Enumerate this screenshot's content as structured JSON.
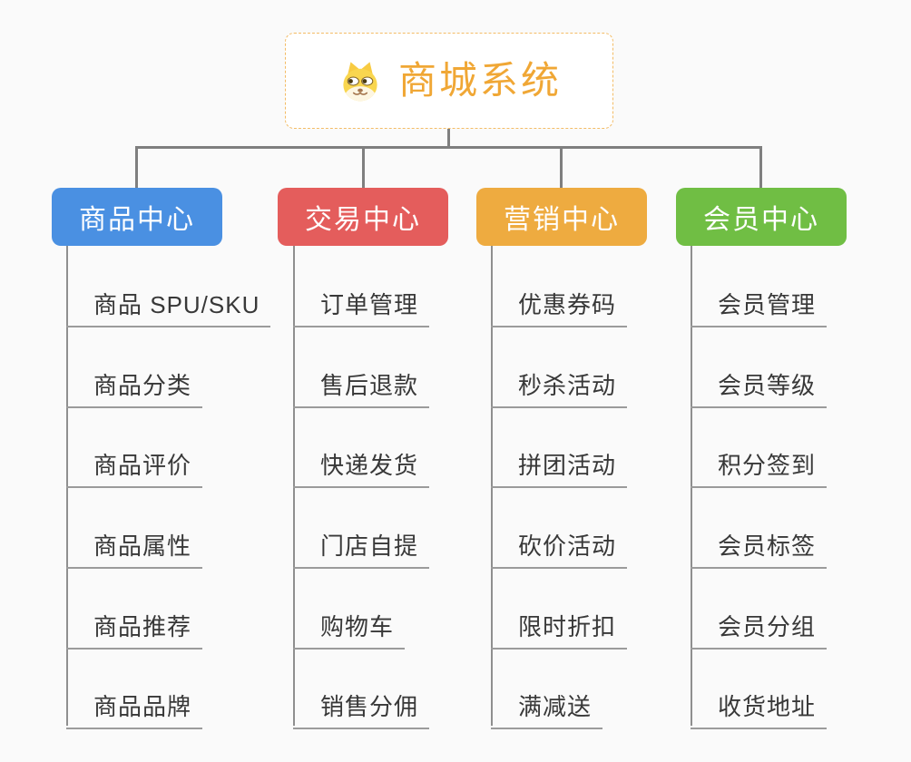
{
  "canvas": {
    "background": "#fafafa",
    "connector_color": "#7f7f7f",
    "underline_color": "#9b9b9b"
  },
  "root": {
    "label": "商城系统",
    "icon": "dog-face-icon",
    "text_color": "#f0a735",
    "border_color": "#f3bc66",
    "background": "#ffffff"
  },
  "branches": [
    {
      "label": "商品中心",
      "color": "#4a90e2",
      "items": [
        "商品 SPU/SKU",
        "商品分类",
        "商品评价",
        "商品属性",
        "商品推荐",
        "商品品牌"
      ]
    },
    {
      "label": "交易中心",
      "color": "#e45d5c",
      "items": [
        "订单管理",
        "售后退款",
        "快递发货",
        "门店自提",
        "购物车",
        "销售分佣"
      ]
    },
    {
      "label": "营销中心",
      "color": "#eeab40",
      "items": [
        "优惠券码",
        "秒杀活动",
        "拼团活动",
        "砍价活动",
        "限时折扣",
        "满减送"
      ]
    },
    {
      "label": "会员中心",
      "color": "#70be44",
      "items": [
        "会员管理",
        "会员等级",
        "积分签到",
        "会员标签",
        "会员分组",
        "收货地址"
      ]
    }
  ]
}
